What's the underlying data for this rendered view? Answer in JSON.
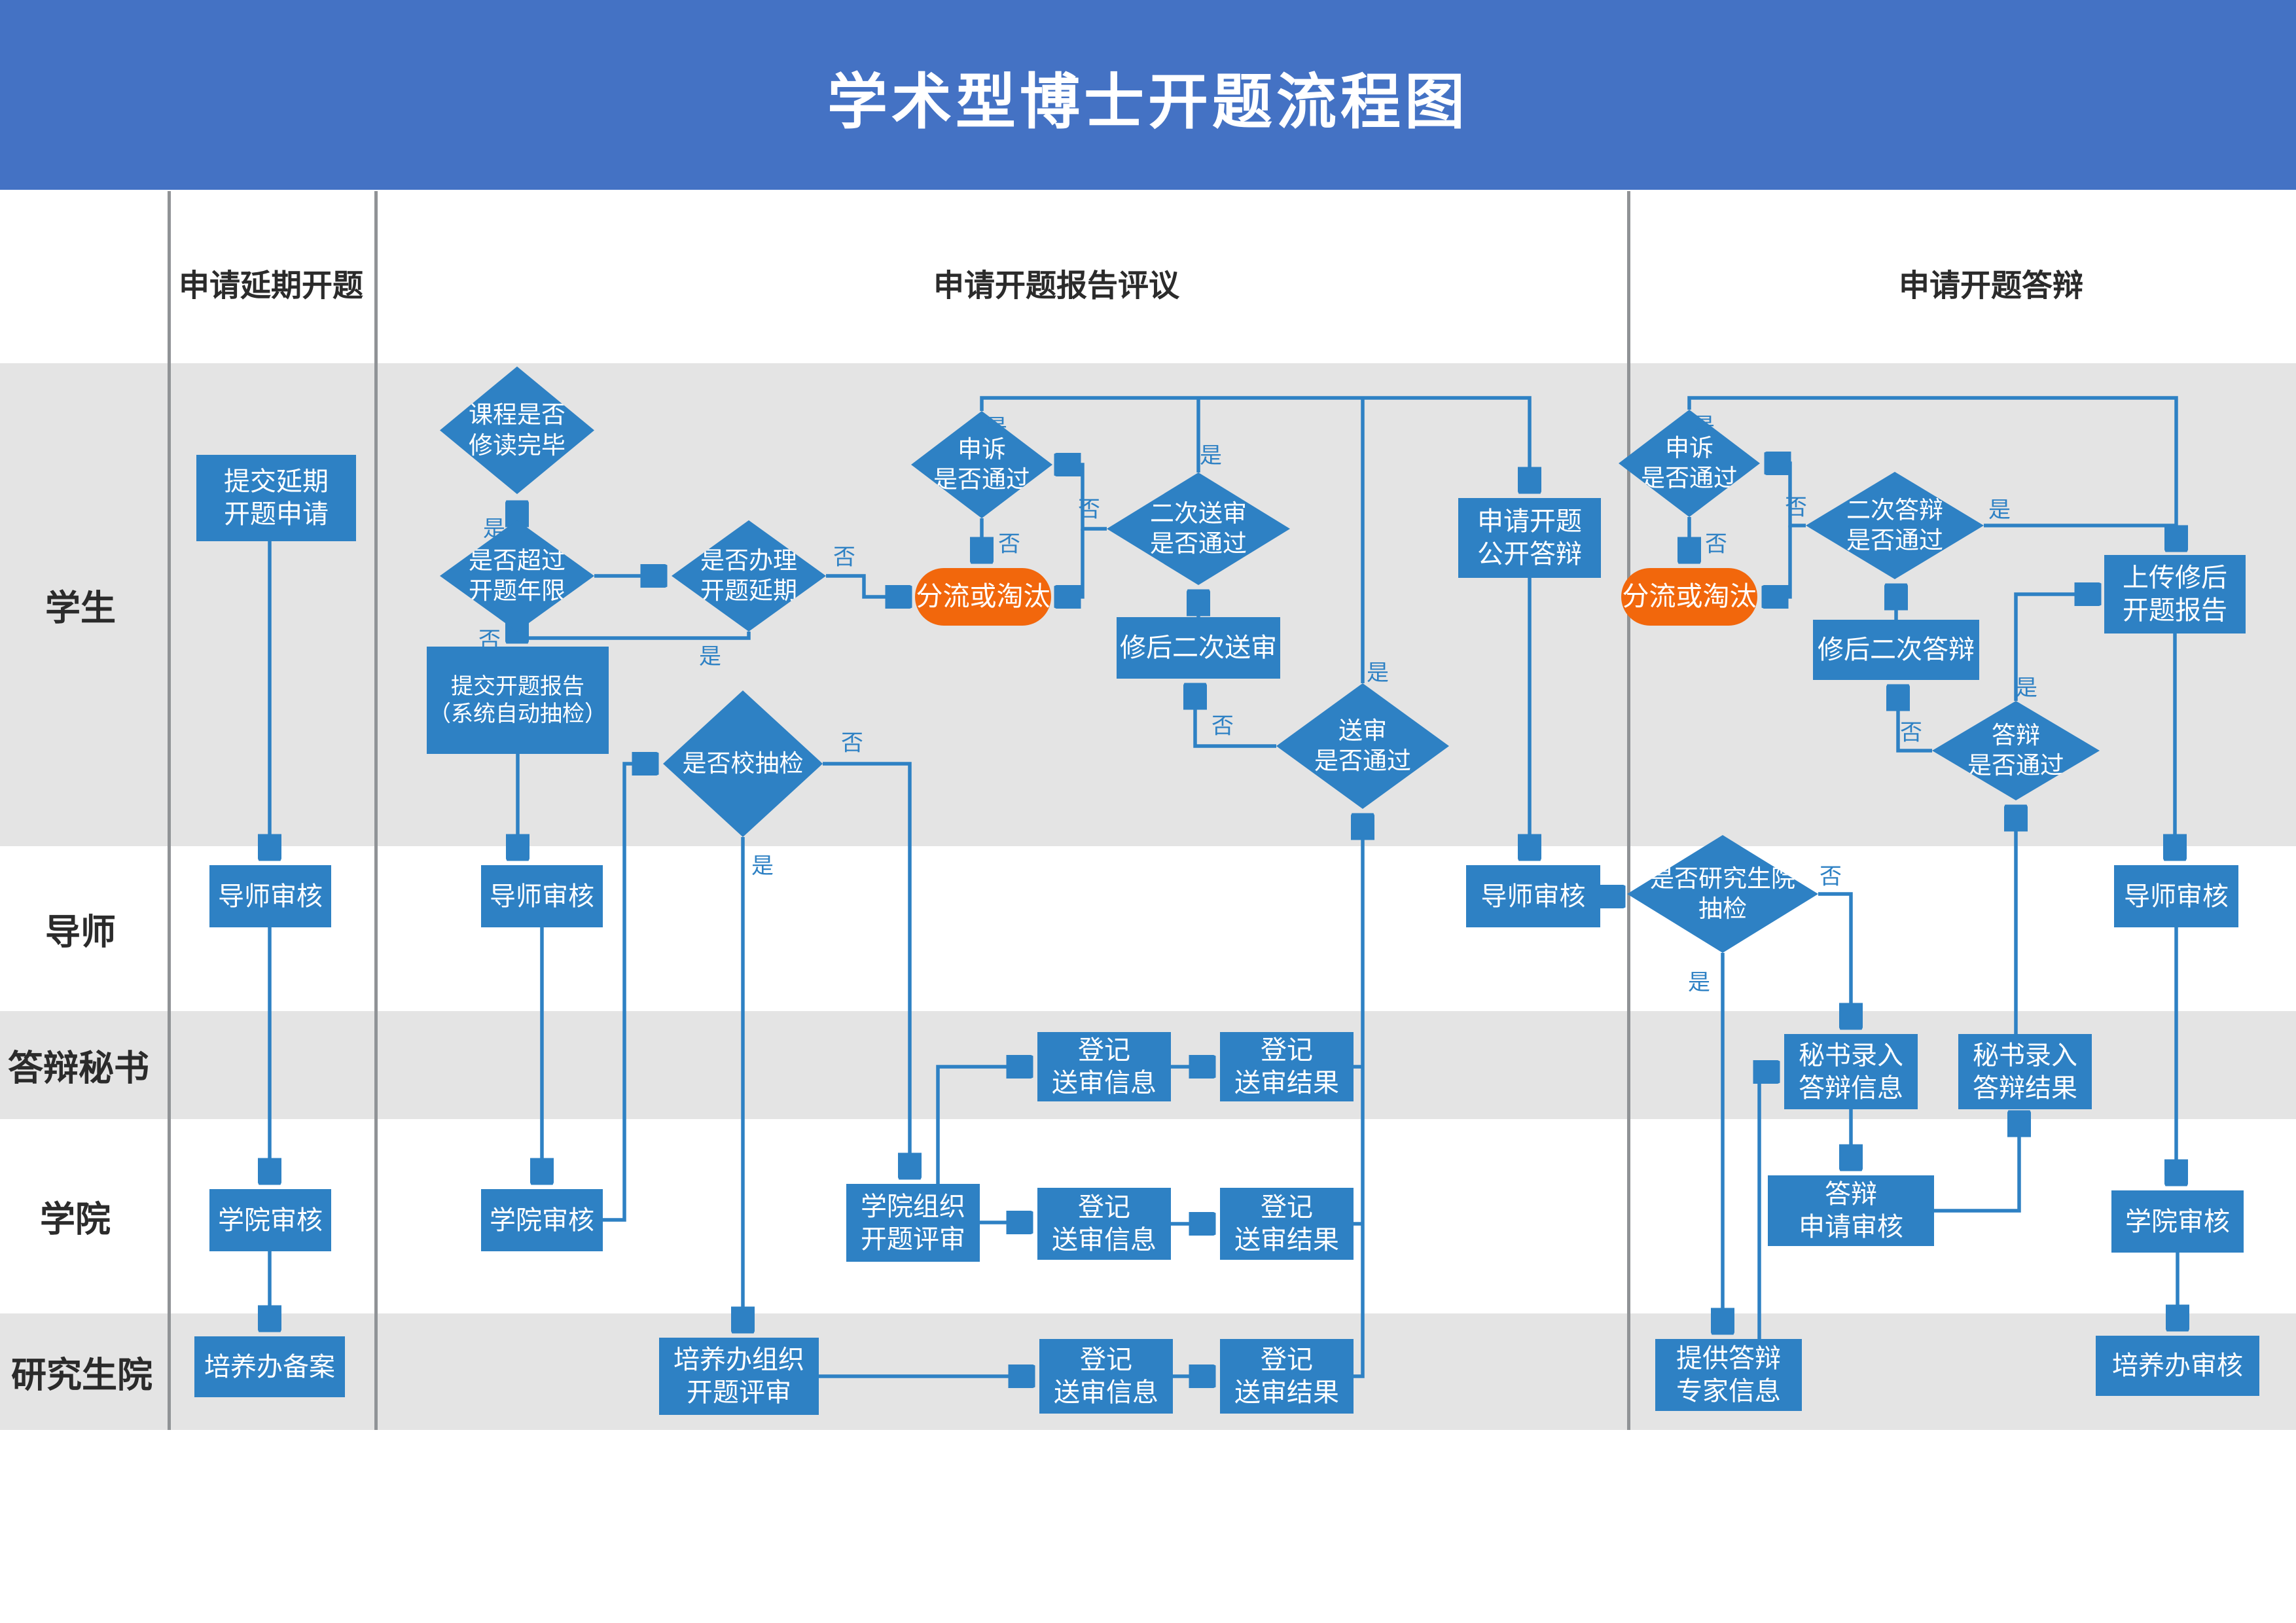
{
  "title": "学术型博士开题流程图",
  "columns": [
    {
      "label": "申请延期开题"
    },
    {
      "label": "申请开题报告评议"
    },
    {
      "label": "申请开题答辩"
    }
  ],
  "lanes": [
    {
      "label": "学生"
    },
    {
      "label": "导师"
    },
    {
      "label": "答辩秘书"
    },
    {
      "label": "学院"
    },
    {
      "label": "研究生院"
    }
  ],
  "labels": {
    "yes": "是",
    "no": "否"
  },
  "colors": {
    "banner_blue": "#4472C4",
    "node_blue": "#2E81C4",
    "terminal_orange": "#F2670C",
    "lane_gray": "#E4E4E4",
    "divider_gray": "#909396",
    "edge_blue": "#2E81C4",
    "header_text": "#2B2B2B",
    "node_text": "#FFFFFF"
  },
  "nodes": {
    "submit_delay": {
      "label": "提交延期\n开题申请",
      "type": "process"
    },
    "advisor_review_1": {
      "label": "导师审核",
      "type": "process"
    },
    "college_review_1": {
      "label": "学院审核",
      "type": "process"
    },
    "peiyang_record": {
      "label": "培养办备案",
      "type": "process"
    },
    "course_done": {
      "label": "课程是否\n修读完毕",
      "type": "decision"
    },
    "over_years": {
      "label": "是否超过\n开题年限",
      "type": "decision"
    },
    "handle_delay": {
      "label": "是否办理\n开题延期",
      "type": "decision"
    },
    "submit_report": {
      "label": "提交开题报告\n（系统自动抽检）",
      "type": "process"
    },
    "school_sample": {
      "label": "是否校抽检",
      "type": "decision"
    },
    "appeal_1": {
      "label": "申诉\n是否通过",
      "type": "decision"
    },
    "divert_1": {
      "label": "分流或淘汰",
      "type": "terminal"
    },
    "second_review": {
      "label": "二次送审\n是否通过",
      "type": "decision"
    },
    "revised_review": {
      "label": "修后二次送审",
      "type": "process"
    },
    "review_pass": {
      "label": "送审\n是否通过",
      "type": "decision"
    },
    "apply_defense": {
      "label": "申请开题\n公开答辩",
      "type": "process"
    },
    "advisor_review_2": {
      "label": "导师审核",
      "type": "process"
    },
    "college_review_2": {
      "label": "学院审核",
      "type": "process"
    },
    "college_org": {
      "label": "学院组织\n开题评审",
      "type": "process"
    },
    "reg_info_1": {
      "label": "登记\n送审信息",
      "type": "process"
    },
    "reg_result_1": {
      "label": "登记\n送审结果",
      "type": "process"
    },
    "reg_info_2": {
      "label": "登记\n送审信息",
      "type": "process"
    },
    "reg_result_2": {
      "label": "登记\n送审结果",
      "type": "process"
    },
    "peiyang_org": {
      "label": "培养办组织\n开题评审",
      "type": "process"
    },
    "reg_info_3": {
      "label": "登记\n送审信息",
      "type": "process"
    },
    "reg_result_3": {
      "label": "登记\n送审结果",
      "type": "process"
    },
    "appeal_2": {
      "label": "申诉\n是否通过",
      "type": "decision"
    },
    "divert_2": {
      "label": "分流或淘汰",
      "type": "terminal"
    },
    "second_defense": {
      "label": "二次答辩\n是否通过",
      "type": "decision"
    },
    "revised_defense": {
      "label": "修后二次答辩",
      "type": "process"
    },
    "upload_revised": {
      "label": "上传修后\n开题报告",
      "type": "process"
    },
    "defense_pass": {
      "label": "答辩\n是否通过",
      "type": "decision"
    },
    "grad_sample": {
      "label": "是否研究生院\n抽检",
      "type": "decision"
    },
    "advisor_review_3": {
      "label": "导师审核",
      "type": "process"
    },
    "advisor_review_4": {
      "label": "导师审核",
      "type": "process"
    },
    "sec_info": {
      "label": "秘书录入\n答辩信息",
      "type": "process"
    },
    "sec_result": {
      "label": "秘书录入\n答辩结果",
      "type": "process"
    },
    "defense_apply_review": {
      "label": "答辩\n申请审核",
      "type": "process"
    },
    "college_review_3": {
      "label": "学院审核",
      "type": "process"
    },
    "provide_experts": {
      "label": "提供答辩\n专家信息",
      "type": "process"
    },
    "peiyang_review": {
      "label": "培养办审核",
      "type": "process"
    }
  }
}
